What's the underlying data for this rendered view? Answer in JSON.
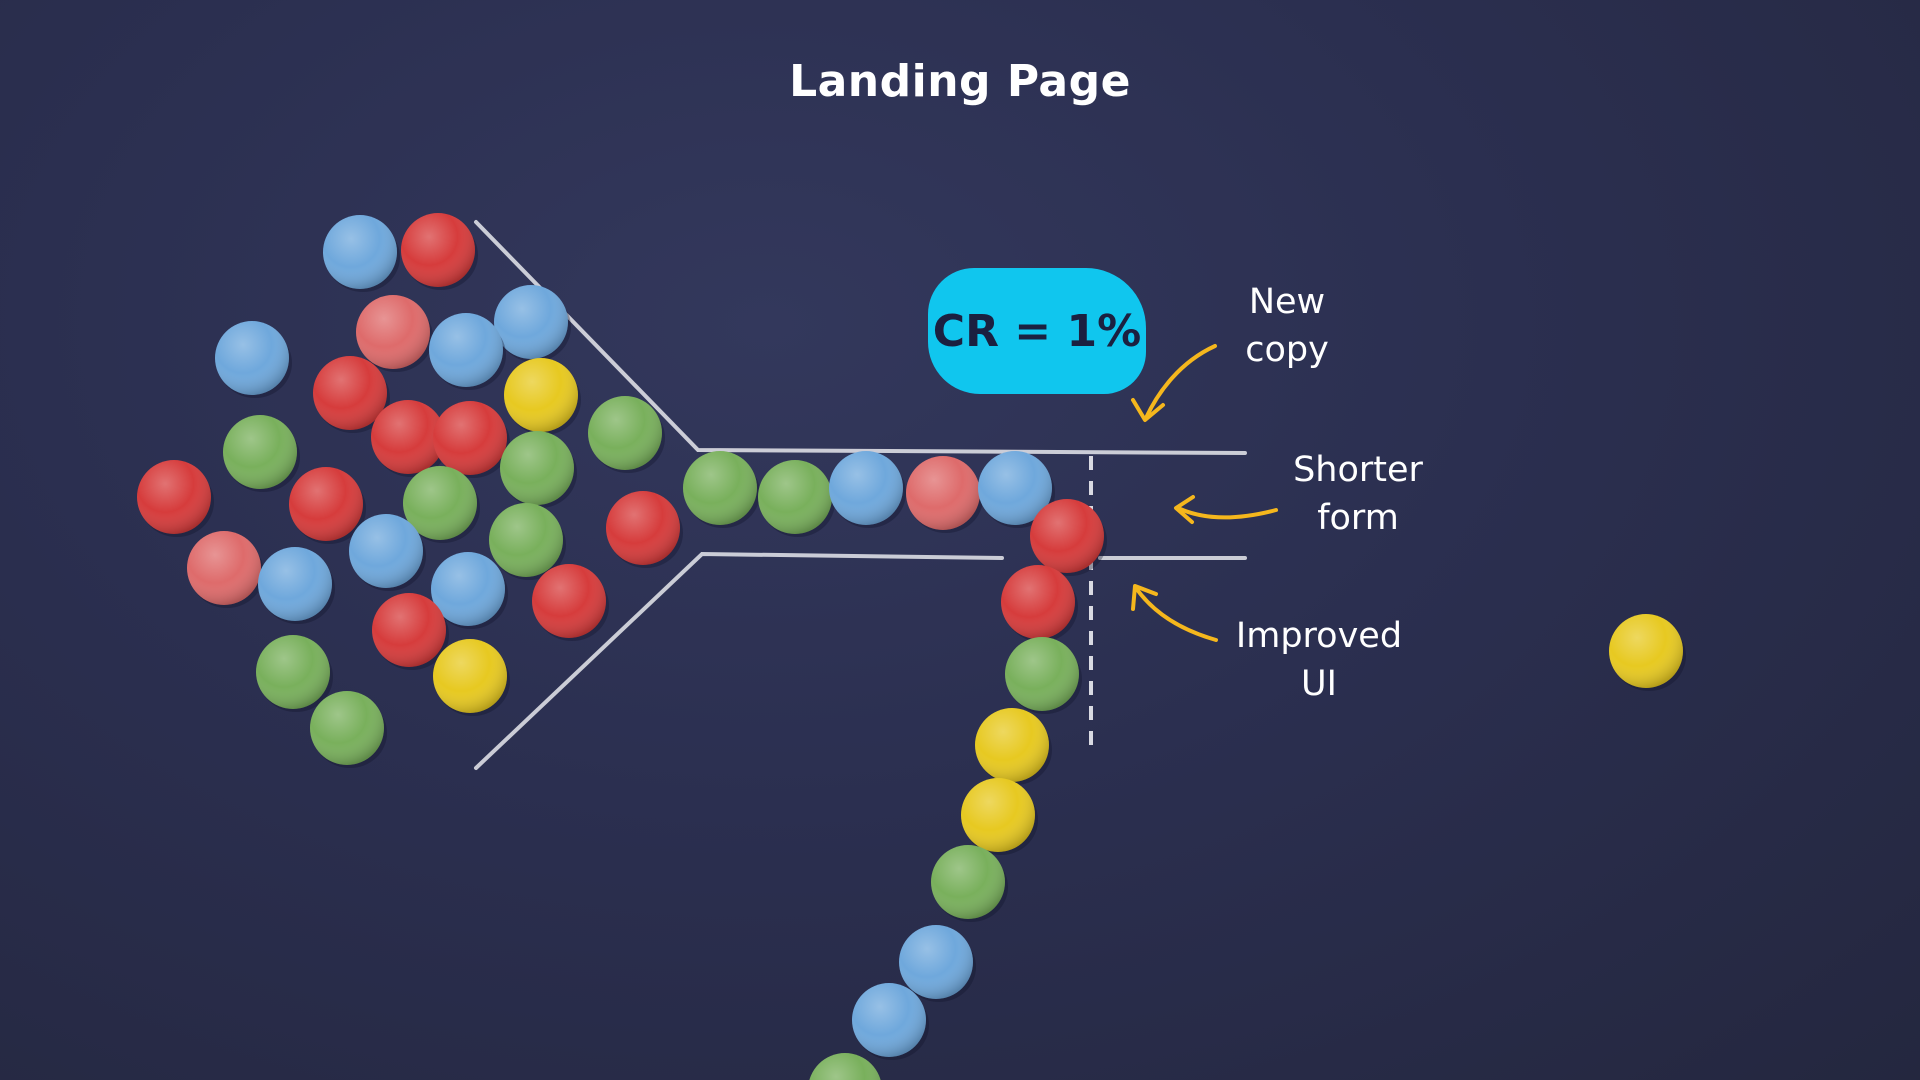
{
  "title": "Landing Page",
  "badge": {
    "text": "CR = 1%",
    "color": "#10c6ee"
  },
  "annotations": [
    {
      "id": "copy",
      "text": "New\ncopy",
      "arrow_icon": "curved-arrow-down-left-icon",
      "color": "#f5b71d"
    },
    {
      "id": "form",
      "text": "Shorter\nform",
      "arrow_icon": "curved-arrow-left-icon",
      "color": "#f5b71d"
    },
    {
      "id": "ui",
      "text": "Improved\nUI",
      "arrow_icon": "curved-arrow-up-left-icon",
      "color": "#f5b71d"
    }
  ],
  "candy_colors": {
    "blue": "#6fa8dc",
    "red": "#d63c3c",
    "pink": "#de6b6b",
    "green": "#79b05c",
    "yellow": "#e7c921"
  }
}
